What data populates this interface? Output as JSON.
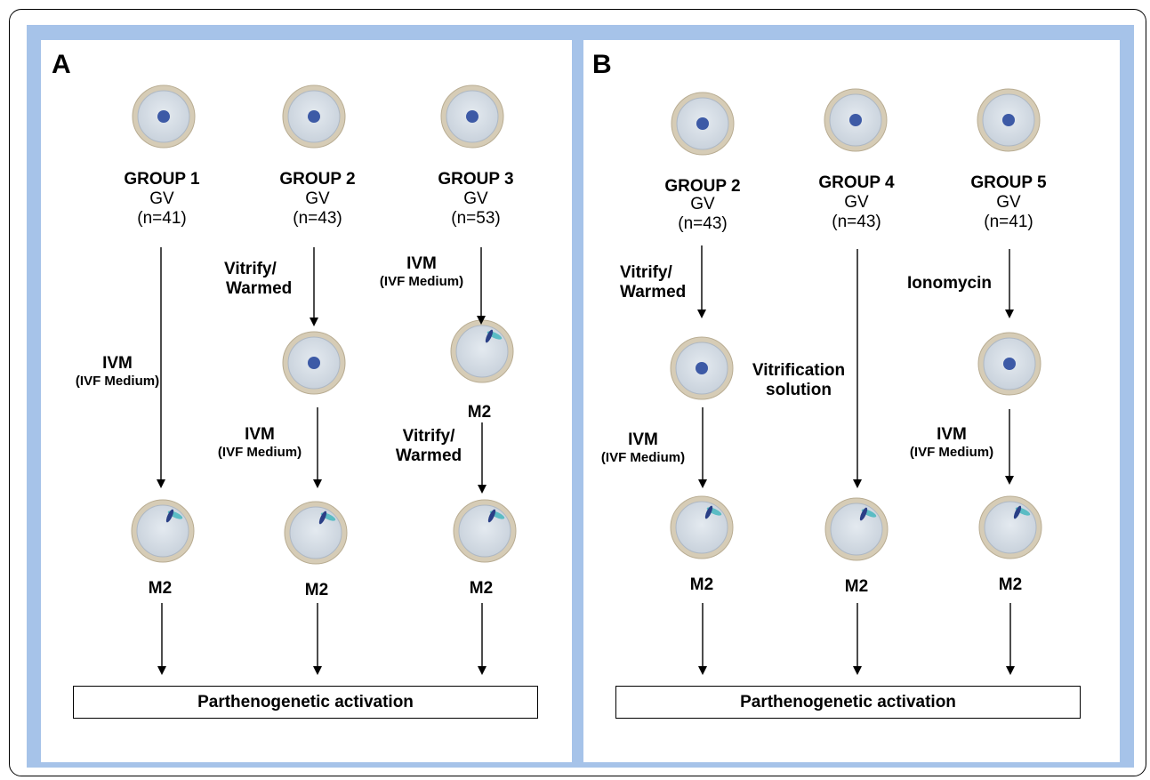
{
  "panel_a": {
    "label": "A",
    "groups": [
      {
        "name": "GROUP 1",
        "stage": "GV",
        "n": "(n=41)"
      },
      {
        "name": "GROUP 2",
        "stage": "GV",
        "n": "(n=43)"
      },
      {
        "name": "GROUP 3",
        "stage": "GV",
        "n": "(n=53)"
      }
    ],
    "steps": {
      "g1_ivm": "IVM",
      "g1_medium": "(IVF Medium)",
      "g2_vitrify": "Vitrify/",
      "g2_warmed": "Warmed",
      "g2_ivm": "IVM",
      "g2_medium": "(IVF Medium)",
      "g3_ivm": "IVM",
      "g3_medium": "(IVF Medium)",
      "g3_mid": "M2",
      "g3_vitrify": "Vitrify/",
      "g3_warmed": "Warmed"
    },
    "outcome": [
      "M2",
      "M2",
      "M2"
    ],
    "final": "Parthenogenetic activation"
  },
  "panel_b": {
    "label": "B",
    "groups": [
      {
        "name": "GROUP 2",
        "stage": "GV",
        "n": "(n=43)"
      },
      {
        "name": "GROUP 4",
        "stage": "GV",
        "n": "(n=43)"
      },
      {
        "name": "GROUP 5",
        "stage": "GV",
        "n": "(n=41)"
      }
    ],
    "steps": {
      "g2_vitrify": "Vitrify/",
      "g2_warmed": "Warmed",
      "g2_ivm": "IVM",
      "g2_medium": "(IVF Medium)",
      "g4_vitrification": "Vitrification",
      "g4_solution": "solution",
      "g5_ionomycin": "Ionomycin",
      "g5_ivm": "IVM",
      "g5_medium": "(IVF Medium)"
    },
    "outcome": [
      "M2",
      "M2",
      "M2"
    ],
    "final": "Parthenogenetic activation"
  },
  "colors": {
    "background_blue": "#a6c3e9",
    "oocyte_cytoplasm": "#d5dde6",
    "zona": "#d6ccb6",
    "nucleus": "#3d5aa6",
    "spindle": "#2a3f86",
    "polar_body": "#5bbcc4"
  }
}
